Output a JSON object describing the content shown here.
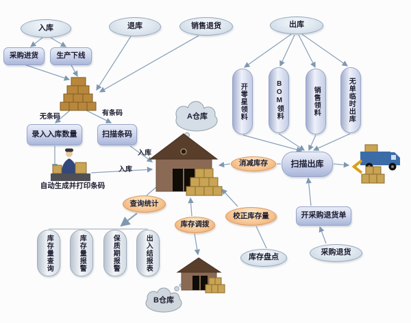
{
  "colors": {
    "blue_node": "#dde6ef",
    "blue_border": "#93a5b8",
    "purple_box": "#cdd5ec",
    "orange_node": "#f7c896",
    "orange_border": "#d9985e",
    "arrow": "#8ba3ba",
    "text": "#1b1b2e",
    "house_body": "#8b6a55",
    "house_roof": "#5a3e2c",
    "crate": "#c9a455",
    "truck": "#3c6ca8"
  },
  "top_ovals": {
    "inbound": "入库",
    "stock_return": "退库",
    "sales_return": "销售退货",
    "outbound": "出库"
  },
  "inbound_flow": {
    "purchase_receiving": "采购进货",
    "production_offline": "生产下线",
    "no_barcode": "无条码",
    "has_barcode": "有条码",
    "enter_inbound_qty": "录入入库数量",
    "scan_barcode": "扫描条码",
    "auto_generate_print_barcode": "自动生成并打印条码",
    "inbound_arrow_label_scan": "入库",
    "inbound_arrow_label_print": "入库"
  },
  "warehouses": {
    "a": "A仓库",
    "b": "B仓库"
  },
  "outbound_pills": [
    "开零星领料",
    "BOM领料",
    "销售领料",
    "无单临时出库"
  ],
  "outbound_flow": {
    "scan_outbound": "扫描出库",
    "reduce_inventory": "消减库存",
    "create_purchase_return_order": "开采购退货单",
    "purchase_return": "采购退货"
  },
  "inventory_ops": {
    "query_statistics": "查询统计",
    "inventory_transfer": "库存调拨",
    "adjust_inventory": "校正库存量",
    "stocktaking": "库存盘点"
  },
  "report_pills": [
    "库存量查询",
    "库存量报警",
    "保质期报警",
    "出入结报表"
  ]
}
